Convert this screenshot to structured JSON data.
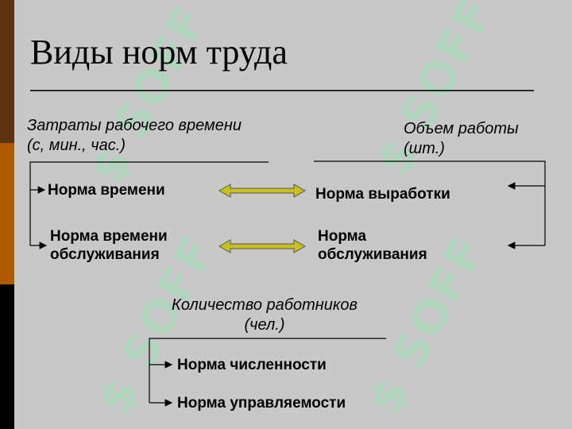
{
  "title": "Виды норм труда",
  "watermark": "SOFF",
  "left_header": {
    "line1": "Затраты рабочего времени",
    "line2": "(с, мин., час.)"
  },
  "right_header": {
    "line1": "Объем работы",
    "line2": "(шт.)"
  },
  "bottom_header": {
    "line1": "Количество работников",
    "line2": "(чел.)"
  },
  "norms": {
    "time": "Норма времени",
    "output": "Норма выработки",
    "service_time_1": "Норма времени",
    "service_time_2": "обслуживания",
    "service_1": "Норма",
    "service_2": "обслуживания",
    "headcount": "Норма численности",
    "manageability": "Норма управляемости"
  },
  "colors": {
    "background": "#c8c8c8",
    "band_top": "#5a3212",
    "band_mid": "#b05a00",
    "band_bottom": "#000000",
    "double_arrow_fill": "#c8c020",
    "watermark": "#9ee0b4"
  }
}
